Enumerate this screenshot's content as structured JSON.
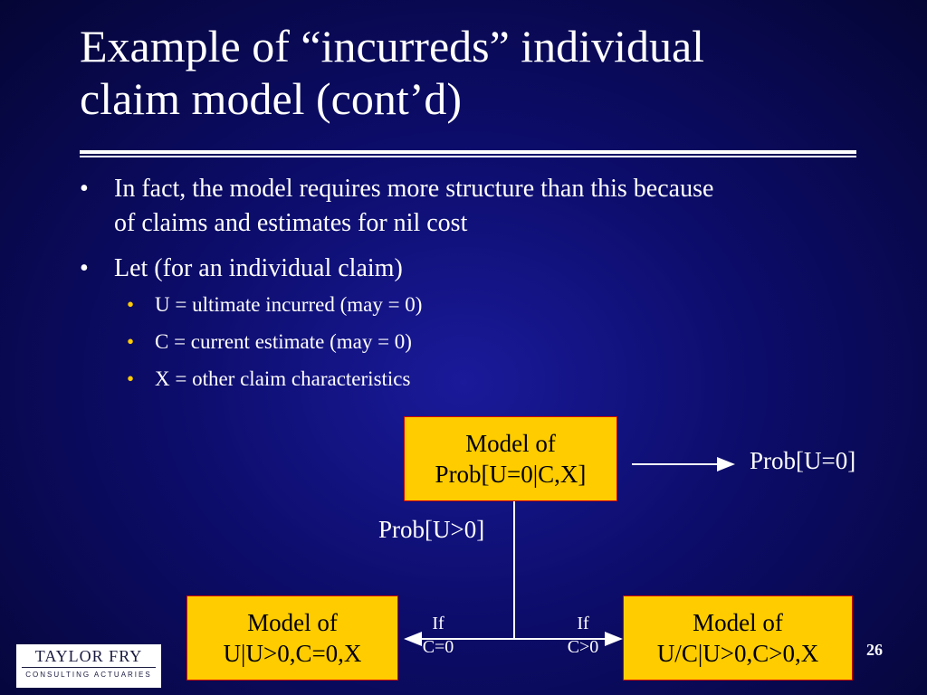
{
  "slide": {
    "title_line1": "Example of “incurreds” individual",
    "title_line2": "claim model (cont’d)",
    "page_number": "26"
  },
  "bullets": [
    {
      "text_line1": "In fact, the model requires more structure than this because",
      "text_line2": "of claims and estimates for nil cost"
    },
    {
      "text": "Let (for an individual claim)"
    }
  ],
  "sub_bullets": [
    "U = ultimate incurred (may = 0)",
    "C = current estimate (may = 0)",
    "X = other claim characteristics"
  ],
  "diagram": {
    "top_box": {
      "line1": "Model of",
      "line2": "Prob[U=0|C,X]"
    },
    "prob_u0": "Prob[U=0]",
    "prob_u_pos": "Prob[U>0]",
    "left_box": {
      "line1": "Model of",
      "line2": "U|U>0,C=0,X"
    },
    "right_box": {
      "line1": "Model of",
      "line2": "U/C|U>0,C>0,X"
    },
    "left_condition": {
      "line1": "If",
      "line2": "C=0"
    },
    "right_condition": {
      "line1": "If",
      "line2": "C>0"
    }
  },
  "logo": {
    "name": "TAYLOR FRY",
    "subtitle": "CONSULTING ACTUARIES"
  },
  "colors": {
    "background": "#0c0c6a",
    "box_fill": "#ffcc00",
    "box_border": "#d00000",
    "sub_bullet": "#ffcc00"
  }
}
